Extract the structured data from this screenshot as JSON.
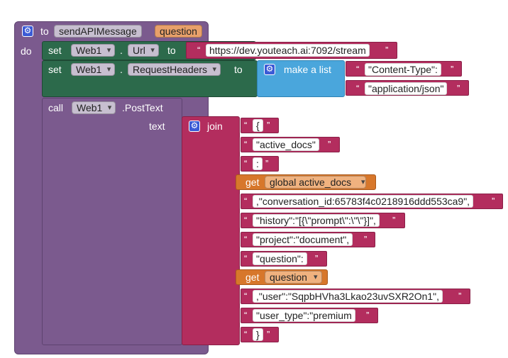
{
  "procedure": {
    "keyword_to": "to",
    "name": "sendAPIMessage",
    "param": "question",
    "keyword_do": "do"
  },
  "set_url": {
    "keyword_set": "set",
    "component": "Web1",
    "dot": ".",
    "property": "Url",
    "keyword_to": "to",
    "value": "https://dev.youteach.ai:7092/stream"
  },
  "set_headers": {
    "keyword_set": "set",
    "component": "Web1",
    "dot": ".",
    "property": "RequestHeaders",
    "keyword_to": "to",
    "make_list": "make a list",
    "items": [
      "\"Content-Type\":",
      "\"application/json\""
    ]
  },
  "call_post": {
    "keyword_call": "call",
    "component": "Web1",
    "method": ".PostText",
    "arg_label": "text",
    "join": "join"
  },
  "join_items": [
    {
      "kind": "text",
      "value": "{"
    },
    {
      "kind": "text",
      "value": "\"active_docs\""
    },
    {
      "kind": "text",
      "value": ":"
    },
    {
      "kind": "get",
      "keyword": "get",
      "value": "global active_docs"
    },
    {
      "kind": "text",
      "value": ",\"conversation_id:65783f4c0218916ddd553ca9\","
    },
    {
      "kind": "text",
      "value": "\"history\":\"[{\\\"prompt\\\":\\\"\\\"}]\","
    },
    {
      "kind": "text",
      "value": "\"project\":\"document\","
    },
    {
      "kind": "text",
      "value": "\"question\":"
    },
    {
      "kind": "get",
      "keyword": "get",
      "value": "question"
    },
    {
      "kind": "text",
      "value": ",\"user\":\"SqpbHVha3Lkao23uvSXR2On1\","
    },
    {
      "kind": "text",
      "value": "\"user_type\":\"premium"
    },
    {
      "kind": "text",
      "value": "}"
    }
  ],
  "quote_open": "“",
  "quote_close": "”",
  "colors": {
    "procedure": "#7b5a8e",
    "setter": "#2c6a4b",
    "list": "#4aa6dc",
    "text": "#b32d5e",
    "get": "#d7772b",
    "call": "#7b5a8e"
  }
}
